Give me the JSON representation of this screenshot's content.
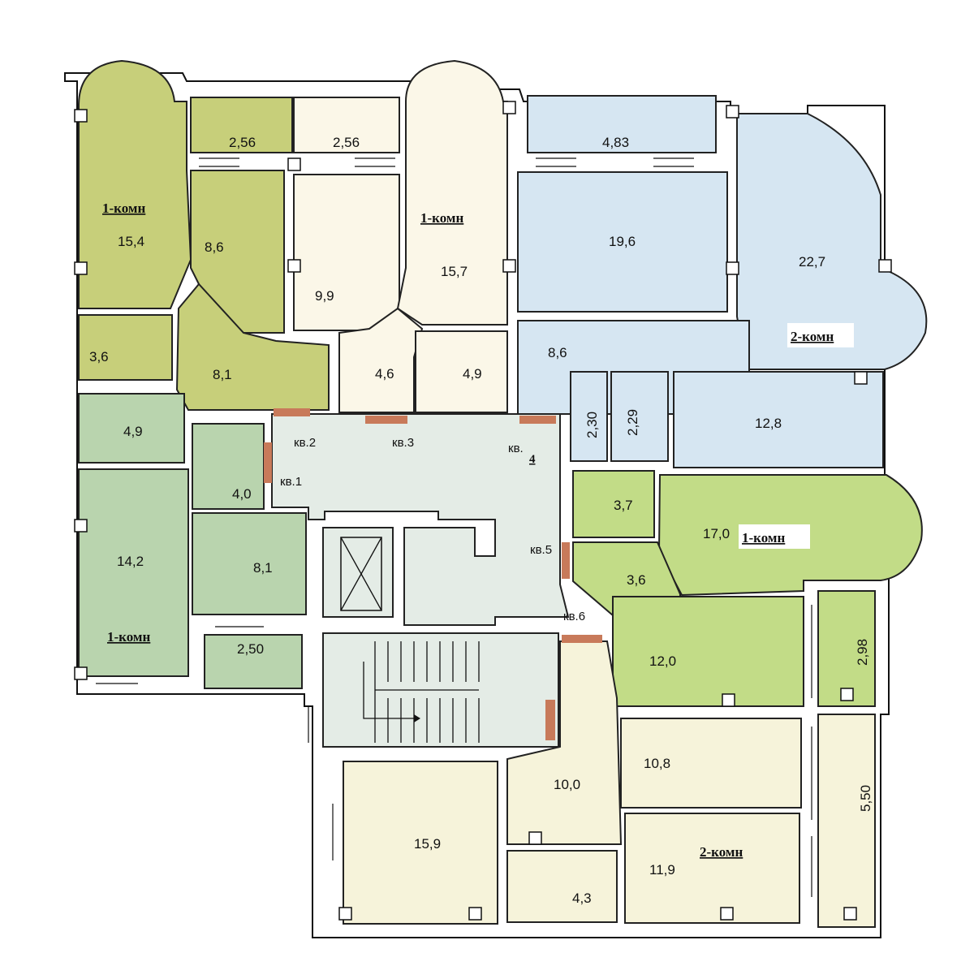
{
  "colors": {
    "apt1": "#c7cf7a",
    "apt2": "#fbf7e8",
    "apt3": "#d6e6f2",
    "apt4": "#b9d4ae",
    "apt5": "#c2dc87",
    "apt6": "#f6f3da",
    "common": "#e4ece6",
    "door": "#c87a5a"
  },
  "rooms": [
    {
      "key": "a1_main",
      "area": "15,4"
    },
    {
      "key": "a1_balcony",
      "area": "2,56"
    },
    {
      "key": "a1_kitchen",
      "area": "8,6"
    },
    {
      "key": "a1_bath",
      "area": "3,6"
    },
    {
      "key": "a1_hall",
      "area": "8,1"
    },
    {
      "key": "a2_balcony",
      "area": "2,56"
    },
    {
      "key": "a2_kitchen",
      "area": "9,9"
    },
    {
      "key": "a2_main",
      "area": "15,7"
    },
    {
      "key": "a2_hall",
      "area": "4,6"
    },
    {
      "key": "a2_bath",
      "area": "4,9"
    },
    {
      "key": "a3_balcony",
      "area": "4,83"
    },
    {
      "key": "a3_room1",
      "area": "19,6"
    },
    {
      "key": "a3_room2",
      "area": "22,7"
    },
    {
      "key": "a3_hall",
      "area": "8,6"
    },
    {
      "key": "a3_wc1",
      "area": "2,30"
    },
    {
      "key": "a3_wc2",
      "area": "2,29"
    },
    {
      "key": "a3_kitchen",
      "area": "12,8"
    },
    {
      "key": "a4_bath",
      "area": "4,9"
    },
    {
      "key": "a4_hall",
      "area": "4,0"
    },
    {
      "key": "a4_main",
      "area": "14,2"
    },
    {
      "key": "a4_kitchen",
      "area": "8,1"
    },
    {
      "key": "a4_balcony",
      "area": "2,50"
    },
    {
      "key": "a5_bath",
      "area": "3,7"
    },
    {
      "key": "a5_main",
      "area": "17,0"
    },
    {
      "key": "a5_hall",
      "area": "3,6"
    },
    {
      "key": "a5_kitchen",
      "area": "12,0"
    },
    {
      "key": "a5_balcony",
      "area": "2,98"
    },
    {
      "key": "a6_room1",
      "area": "15,9"
    },
    {
      "key": "a6_hall",
      "area": "10,0"
    },
    {
      "key": "a6_kitchen",
      "area": "10,8"
    },
    {
      "key": "a6_bath",
      "area": "4,3"
    },
    {
      "key": "a6_room2",
      "area": "11,9"
    },
    {
      "key": "a6_balcony",
      "area": "5,50"
    }
  ],
  "apartment_types": [
    {
      "key": "apt1_type",
      "label": "1-комн"
    },
    {
      "key": "apt2_type",
      "label": "1-комн"
    },
    {
      "key": "apt3_type",
      "label": "2-комн"
    },
    {
      "key": "apt4_type",
      "label": "1-комн"
    },
    {
      "key": "apt5_type",
      "label": "1-комн"
    },
    {
      "key": "apt6_type",
      "label": "2-комн"
    }
  ],
  "entrances": [
    {
      "key": "kv1",
      "label": "кв.1"
    },
    {
      "key": "kv2",
      "label": "кв.2"
    },
    {
      "key": "kv3",
      "label": "кв.3"
    },
    {
      "key": "kv4",
      "label": "кв."
    },
    {
      "key": "kv4n",
      "label": "4"
    },
    {
      "key": "kv5",
      "label": "кв.5"
    },
    {
      "key": "kv6",
      "label": "кв.6"
    }
  ]
}
